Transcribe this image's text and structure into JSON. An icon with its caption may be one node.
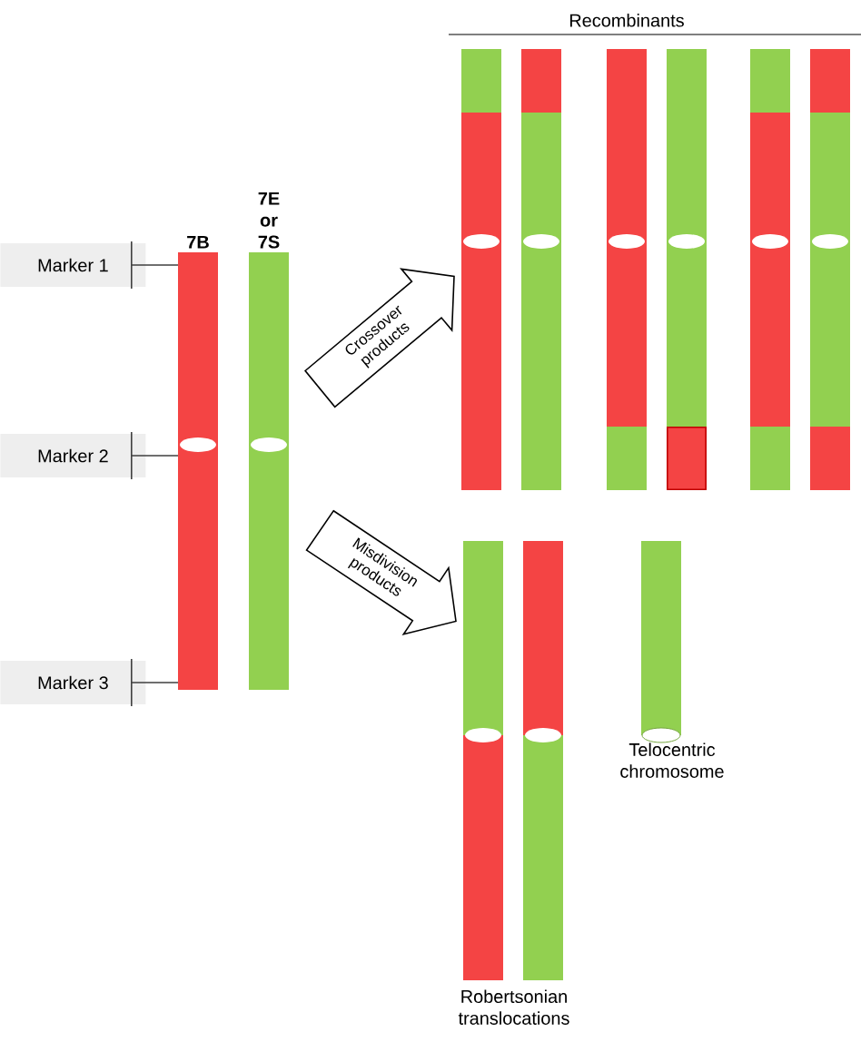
{
  "diagram": {
    "nodes": [
      {
        "text": [
          "Marker 1"
        ]
      },
      {
        "text": [
          "Marker 2"
        ]
      },
      {
        "text": [
          "Marker 3"
        ]
      },
      {
        "text": [
          "7B"
        ]
      },
      {
        "text": [
          "7E or 7S"
        ]
      },
      {
        "text": [],
        "shape": "bar"
      },
      {
        "text": [],
        "shape": "bar"
      },
      {
        "text": [],
        "shape": "bar"
      },
      {
        "text": [],
        "shape": "bar"
      },
      {
        "text": [],
        "shape": "bar"
      },
      {
        "text": [],
        "shape": "bar"
      },
      {
        "text": [],
        "shape": "bar"
      },
      {
        "text": [],
        "shape": "bar"
      },
      {
        "text": [],
        "shape": "bar",
        "beside": [
          "Telocentric chromosome"
        ]
      }
    ],
    "edges": [
      {
        "from": 0,
        "to": 3,
        "arrow": "none"
      },
      {
        "from": 1,
        "to": 3,
        "arrow": "none"
      },
      {
        "from": 2,
        "to": 3,
        "arrow": "none"
      },
      {
        "from": 4,
        "to": 5,
        "arrow": "to",
        "label": "Crossover products"
      },
      {
        "from": 4,
        "to": 11,
        "arrow": "to",
        "label": "Misdivision products"
      }
    ],
    "labels": [
      "Recombinants",
      "Robertsonian translocations"
    ]
  }
}
